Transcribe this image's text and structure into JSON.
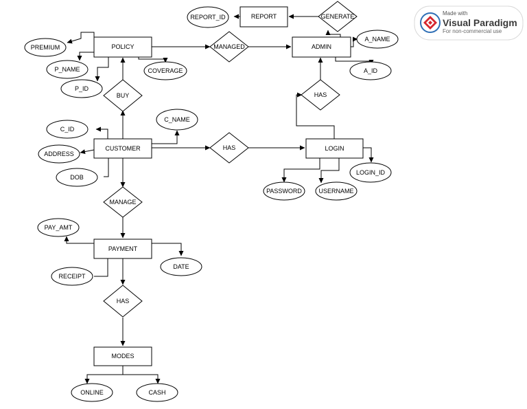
{
  "entities": {
    "policy": "POLICY",
    "admin": "ADMIN",
    "report": "REPORT",
    "customer": "CUSTOMER",
    "login": "LOGIN",
    "payment": "PAYMENT",
    "modes": "MODES"
  },
  "relationships": {
    "generate": "GENERATE",
    "managed": "MANAGED",
    "buy": "BUY",
    "has_admin_login": "HAS",
    "has_customer_login": "HAS",
    "manage": "MANAGE",
    "has_payment_modes": "HAS"
  },
  "attributes": {
    "report_id": "REPORT_ID",
    "premium": "PREMIUM",
    "p_name": "P_NAME",
    "p_id": "P_ID",
    "coverage": "COVERAGE",
    "a_name": "A_NAME",
    "a_id": "A_ID",
    "c_id": "C_ID",
    "c_name": "C_NAME",
    "address": "ADDRESS",
    "dob": "DOB",
    "login_id": "LOGIN_ID",
    "password": "PASSWORD",
    "username": "USERNAME",
    "pay_amt": "PAY_AMT",
    "date": "DATE",
    "receipt": "RECEIPT",
    "online": "ONLINE",
    "cash": "CASH"
  },
  "badge": {
    "made_with": "Made with",
    "brand": "Visual Paradigm",
    "note": "For non-commercial use"
  },
  "colors": {
    "line": "#000000",
    "badge_red": "#d6262f",
    "badge_blue": "#2f6fb6",
    "badge_text": "#3a3a3a"
  }
}
